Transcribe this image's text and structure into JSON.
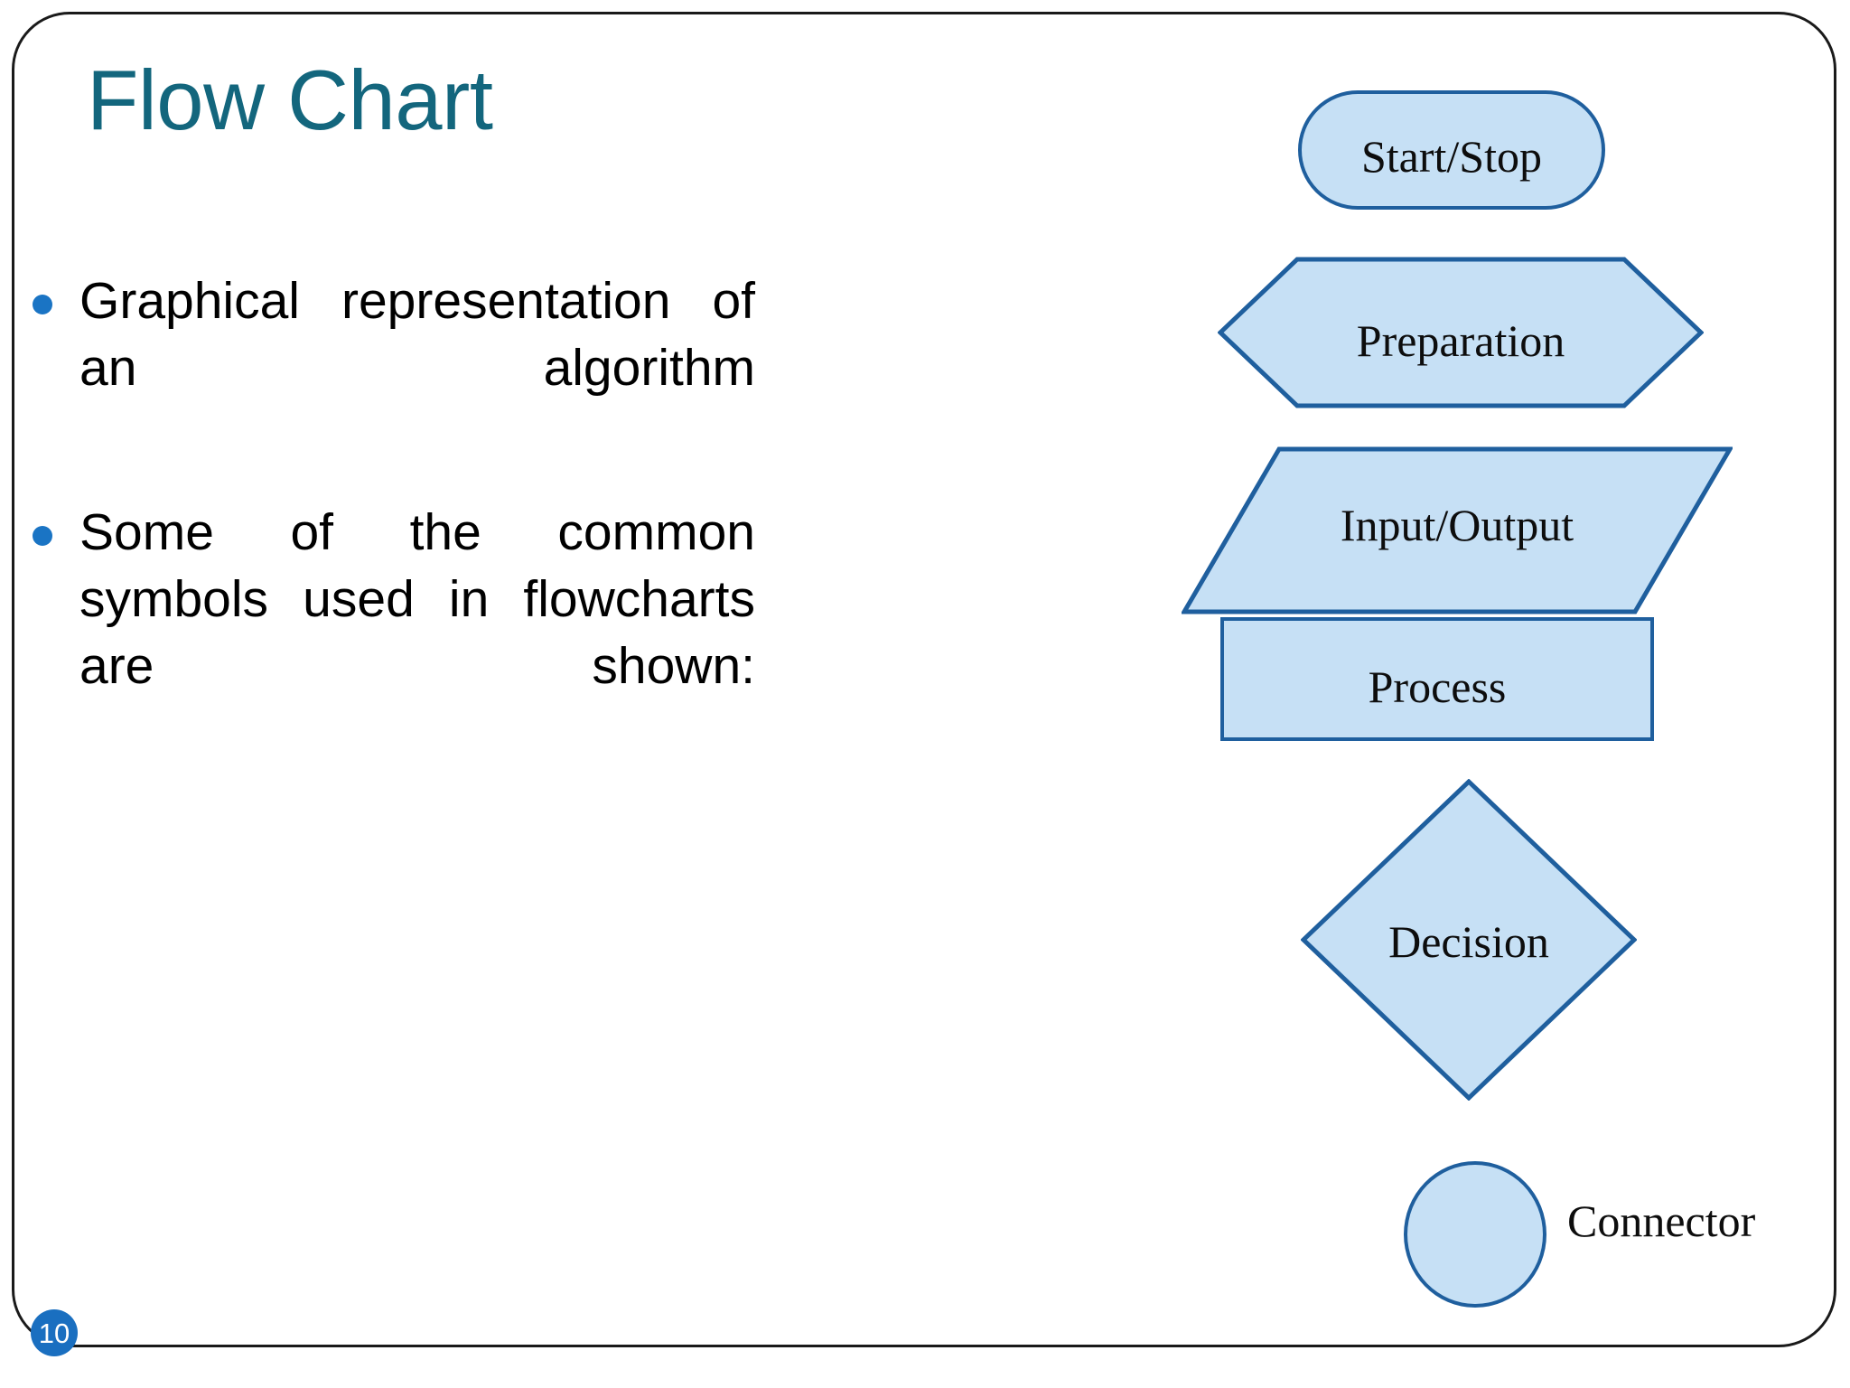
{
  "slide": {
    "title": "Flow Chart",
    "page_number": "10",
    "accent_title_color": "#13667d",
    "bullet_marker_color": "#1a74c4",
    "page_badge_color": "#1a6fc0",
    "shape_fill_color": "#c6e0f5",
    "shape_stroke_color": "#1f5f9e",
    "frame_color": "#1a1a1a"
  },
  "bullets": [
    {
      "text": "Graphical representation of an algorithm"
    },
    {
      "text": "Some of the common symbols used in flowcharts are shown:"
    }
  ],
  "chart_data": {
    "type": "diagram",
    "title": "Flow Chart",
    "description": "Legend of common flowchart symbols",
    "nodes": [
      {
        "id": "start-stop",
        "label": "Start/Stop",
        "shape": "stadium"
      },
      {
        "id": "preparation",
        "label": "Preparation",
        "shape": "hexagon"
      },
      {
        "id": "input-output",
        "label": "Input/Output",
        "shape": "parallelogram"
      },
      {
        "id": "process",
        "label": "Process",
        "shape": "rectangle"
      },
      {
        "id": "decision",
        "label": "Decision",
        "shape": "diamond"
      },
      {
        "id": "connector",
        "label": "Connector",
        "shape": "circle"
      }
    ],
    "edges": []
  }
}
